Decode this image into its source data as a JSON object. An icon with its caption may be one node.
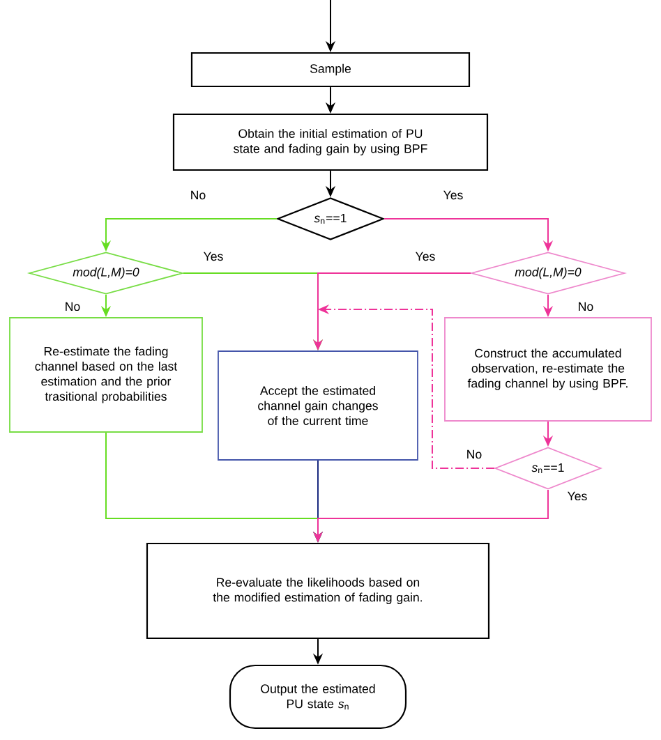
{
  "diagram": {
    "nodes": [
      {
        "text": [
          "Sample"
        ]
      },
      {
        "text": [
          "Obtain the initial estimation of PU state and fading gain by using BPF"
        ]
      },
      {
        "text": [
          "*s*$_{n}$==1"
        ]
      },
      {
        "text": [
          "mod(L,M)=0"
        ]
      },
      {
        "text": [
          "mod(L,M)=0"
        ]
      },
      {
        "text": [
          "Re-estimate the fading channel based on the last estimation and the prior trasitional probabilities"
        ]
      },
      {
        "text": [
          "Accept the estimated channel gain changes of the current time"
        ]
      },
      {
        "text": [
          "Construct the accumulated observation, re-estimate the fading channel by using BPF."
        ]
      },
      {
        "text": [
          "*s*$_{n}$==1"
        ]
      },
      {
        "text": [
          "Re-evaluate the likelihoods based on the modified estimation of fading gain."
        ]
      },
      {
        "text": [
          "Output the estimated PU state *s*$_{n}$"
        ]
      }
    ],
    "edges": [
      {
        "from": null,
        "to": 0,
        "arrow": "to",
        "color": "#000000"
      },
      {
        "from": 0,
        "to": 1,
        "arrow": "to",
        "color": "#000000"
      },
      {
        "from": 1,
        "to": 2,
        "arrow": "to",
        "color": "#000000"
      },
      {
        "from": 2,
        "to": 3,
        "arrow": "to",
        "label": "No",
        "color": "#66dd22"
      },
      {
        "from": 2,
        "to": 4,
        "arrow": "to",
        "label": "Yes",
        "color": "#ee3399"
      },
      {
        "from": 3,
        "to": 6,
        "arrow": "to",
        "label": "Yes",
        "color": "#66dd22"
      },
      {
        "from": 4,
        "to": 6,
        "arrow": "to",
        "label": "Yes",
        "color": "#ee3399"
      },
      {
        "from": 3,
        "to": 5,
        "arrow": "to",
        "label": "No",
        "color": "#66dd22"
      },
      {
        "from": 4,
        "to": 7,
        "arrow": "to",
        "label": "No",
        "color": "#ee3399"
      },
      {
        "from": 7,
        "to": 8,
        "arrow": "to",
        "color": "#ee3399"
      },
      {
        "from": 8,
        "to": 6,
        "arrow": "to",
        "label": "No",
        "style": "dashed",
        "color": "#ee3399"
      },
      {
        "from": 5,
        "to": 9,
        "arrow": "to",
        "color": "#66dd22"
      },
      {
        "from": 6,
        "to": 9,
        "arrow": "to",
        "color": "#1a2a80"
      },
      {
        "from": 8,
        "to": 9,
        "arrow": "to",
        "label": "Yes",
        "color": "#ee3399"
      },
      {
        "from": 9,
        "to": 10,
        "arrow": "to",
        "color": "#000000"
      }
    ]
  }
}
